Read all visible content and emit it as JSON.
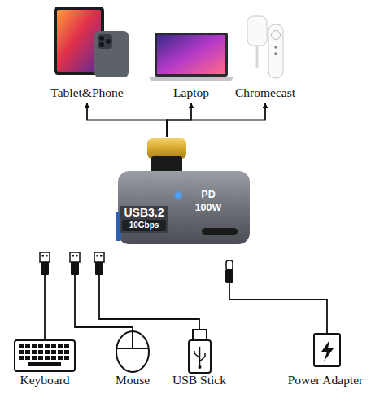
{
  "diagram": {
    "nodes": [
      {
        "text": [
          "Tablet&Phone"
        ]
      },
      {
        "text": [
          "Laptop"
        ]
      },
      {
        "text": [
          "Chromecast"
        ]
      },
      {
        "text": [
          "USB3.2",
          "10Gbps",
          "PD 100W"
        ]
      },
      {
        "text": [
          "Keyboard"
        ]
      },
      {
        "text": [
          "Mouse"
        ]
      },
      {
        "text": [
          "USB Stick"
        ]
      },
      {
        "text": [
          "Power Adapter"
        ]
      }
    ],
    "edges": [
      {
        "from": 3,
        "to": 0,
        "arrow": "to"
      },
      {
        "from": 3,
        "to": 1,
        "arrow": "to"
      },
      {
        "from": 3,
        "to": 2,
        "arrow": "to"
      }
    ]
  }
}
